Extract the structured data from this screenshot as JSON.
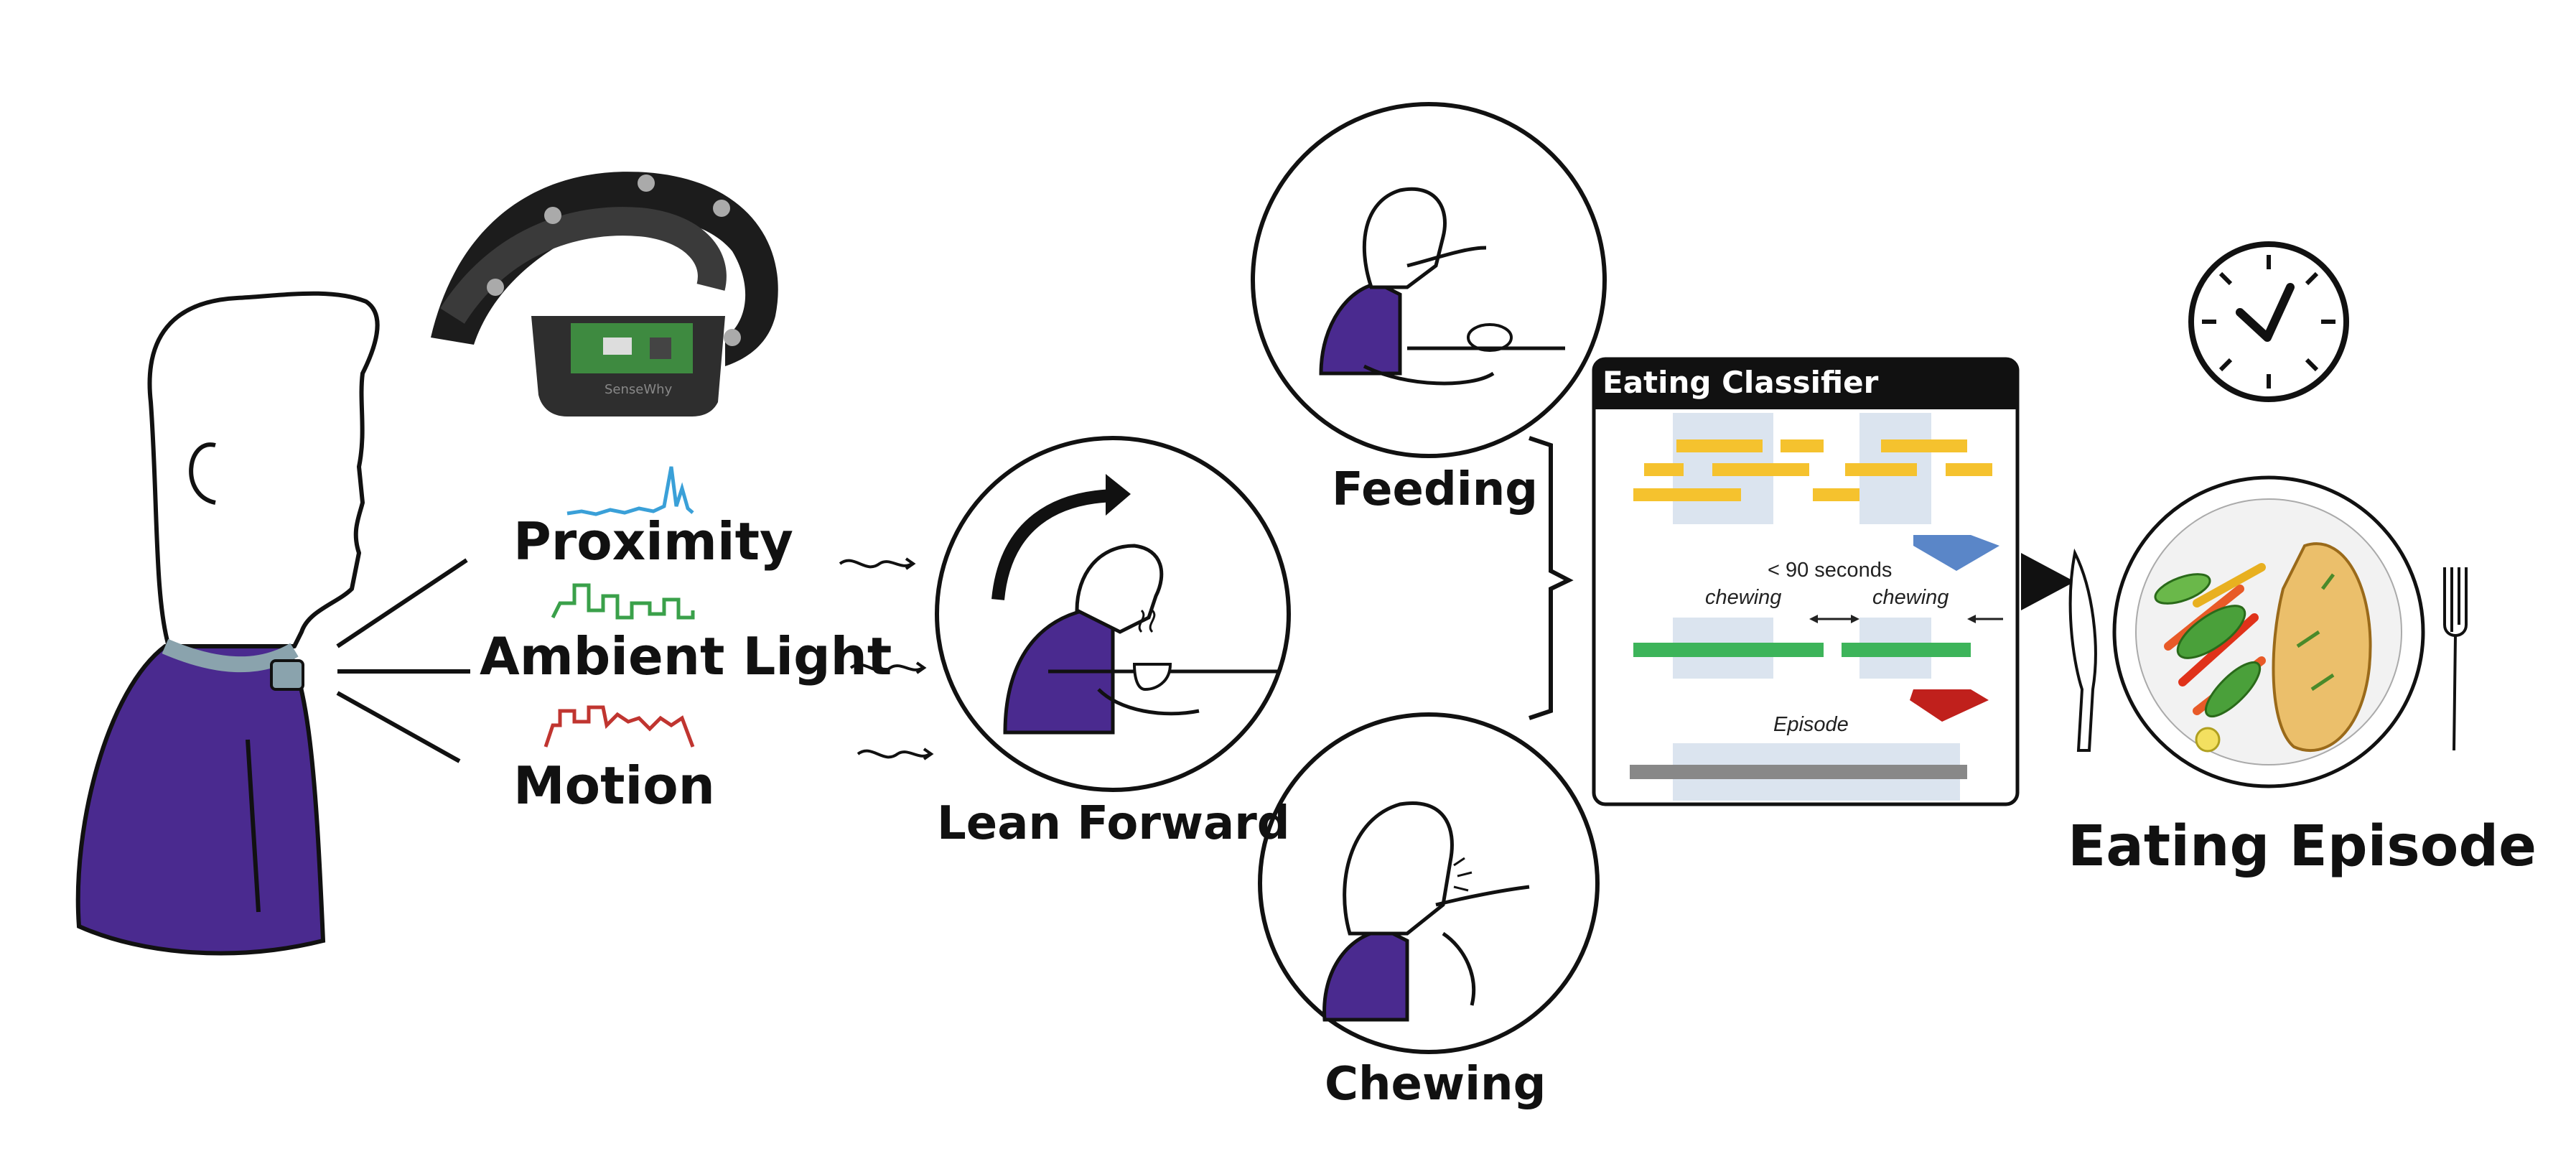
{
  "sensor_signals": {
    "proximity": "Proximity",
    "ambient_light": "Ambient Light",
    "motion": "Motion"
  },
  "device": {
    "logo_text": "SenseWhy"
  },
  "stages": {
    "lean_forward": "Lean Forward",
    "feeding": "Feeding",
    "chewing": "Chewing"
  },
  "classifier": {
    "title": "Eating Classifier",
    "gap_label": "< 90 seconds",
    "chewing_label_1": "chewing",
    "chewing_label_2": "chewing",
    "episode_label": "Episode"
  },
  "output": {
    "label": "Eating Episode"
  },
  "colors": {
    "shirt": "#4a2a8f",
    "collar": "#8aa3ad",
    "proximity_signal": "#3aa0d8",
    "ambient_signal": "#3aa04a",
    "motion_signal": "#c03530",
    "feature_bar": "#f5c22e",
    "chewing_bar": "#3db45a",
    "episode_bar": "#888888",
    "window_shade": "#dbe4ef",
    "down_arrow_1": "#5a86c8",
    "down_arrow_2": "#c0201c"
  }
}
